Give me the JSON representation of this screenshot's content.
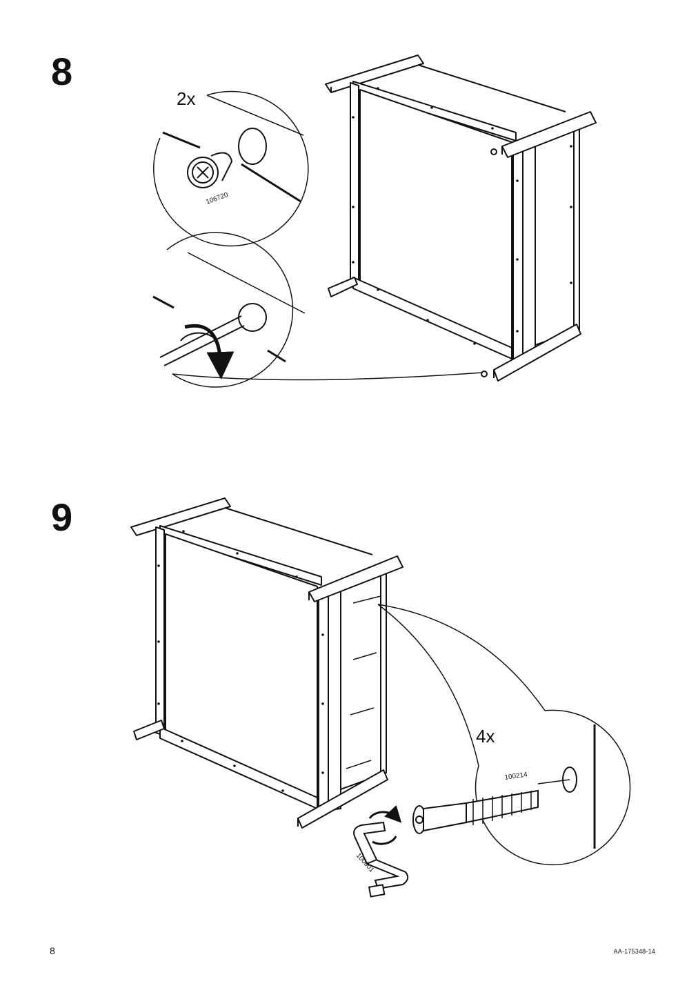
{
  "steps": [
    {
      "number": "8",
      "quantity": "2x",
      "part_number": "106720"
    },
    {
      "number": "9",
      "quantity": "4x",
      "part_number": "100214",
      "tool_part_number": "100001"
    }
  ],
  "footer": {
    "page_number": "8",
    "document_code": "AA-175348-14"
  }
}
